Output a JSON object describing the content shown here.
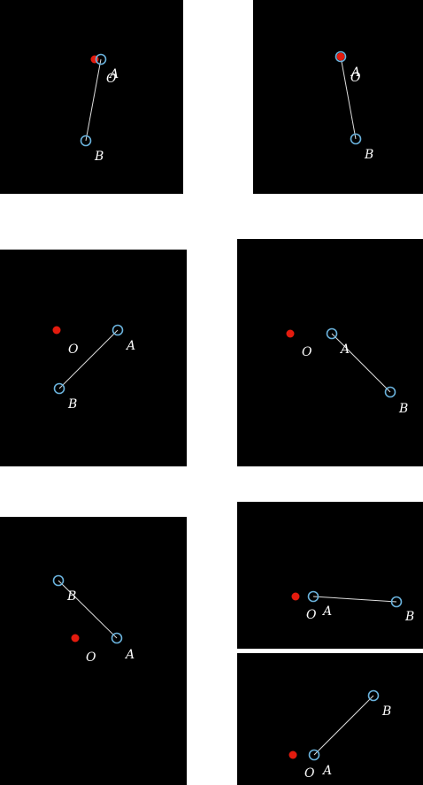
{
  "style": {
    "background": "#000000",
    "origin_color": "#e31b0e",
    "handle_color": "#6ab2dc",
    "segment_color": "#dddddd",
    "label_color": "#ffffff"
  },
  "panels": [
    {
      "labels": {
        "origin": "O",
        "a": "A",
        "b": "B"
      }
    },
    {
      "labels": {
        "origin": "O",
        "a": "A",
        "b": "B"
      }
    },
    {
      "labels": {
        "origin": "O",
        "a": "A",
        "b": "B"
      }
    },
    {
      "labels": {
        "origin": "O",
        "a": "A",
        "b": "B"
      }
    },
    {
      "labels": {
        "origin": "O",
        "a": "A",
        "b": "B"
      }
    },
    {
      "labels": {
        "origin": "O",
        "a": "A",
        "b": "B"
      }
    },
    {
      "labels": {
        "origin": "O",
        "a": "A",
        "b": "B"
      }
    }
  ]
}
